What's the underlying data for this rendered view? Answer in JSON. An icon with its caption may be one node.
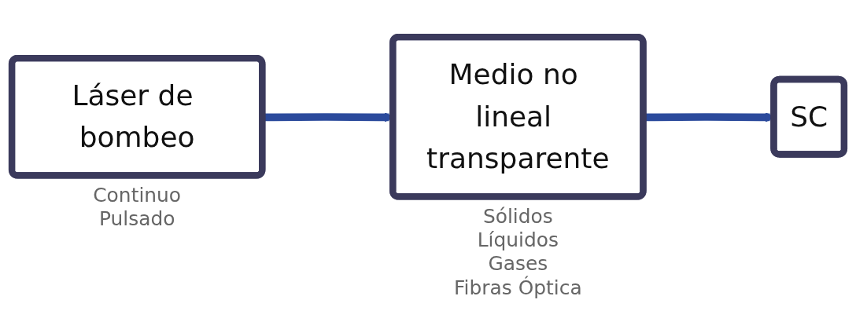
{
  "diagram": {
    "nodes": [
      {
        "text": [
          "Láser de bombeo"
        ],
        "beside": [
          "Continuo",
          "Pulsado"
        ]
      },
      {
        "text": [
          "Medio no lineal transparente"
        ],
        "beside": [
          "Sólidos",
          "Líquidos",
          "Gases",
          "Fibras Óptica"
        ]
      },
      {
        "text": [
          "SC"
        ]
      }
    ],
    "edges": [
      {
        "from": 0,
        "to": 1,
        "arrow": "to"
      },
      {
        "from": 1,
        "to": 2,
        "arrow": "to"
      }
    ]
  }
}
